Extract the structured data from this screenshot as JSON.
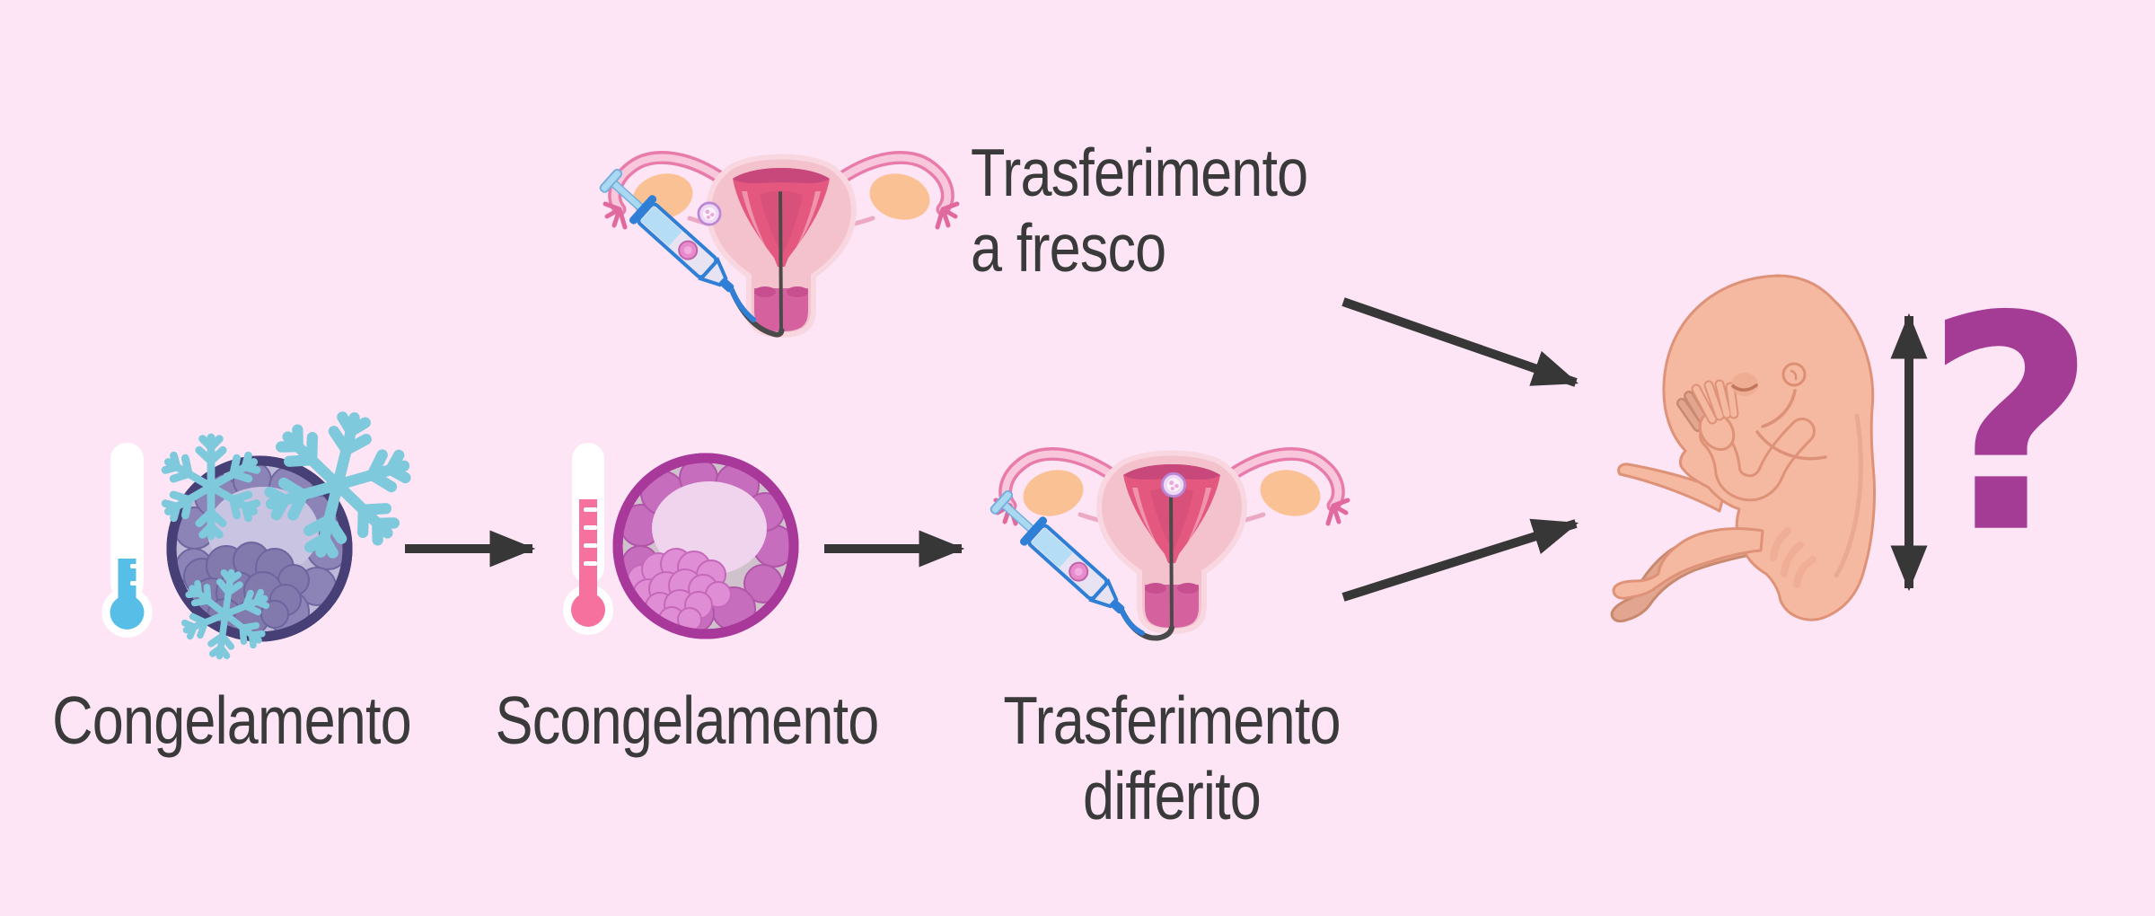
{
  "page": {
    "background_color": "#FDE5F6",
    "description": "Infographic comparing fresh embryo transfer with deferred (frozen) embryo transfer, ending in a fetus with a question mark"
  },
  "diagram": {
    "fresh_branch": {
      "label_line1": "Trasferimento",
      "label_line2": "a fresco",
      "illustration": "uterus-with-transfer-catheter"
    },
    "frozen_branch": {
      "step_freezing": {
        "label": "Congelamento",
        "illustration": "frozen-blastocyst-with-cold-thermometer-and-snowflakes"
      },
      "step_thawing": {
        "label": "Scongelamento",
        "illustration": "thawed-blastocyst-with-warm-thermometer"
      },
      "step_deferred": {
        "label_line1": "Trasferimento",
        "label_line2": "differito",
        "illustration": "uterus-with-transfer-catheter-and-embryo"
      }
    },
    "outcome": {
      "question_mark": "?",
      "illustration": "fetus-with-size-arrow"
    }
  },
  "icons": [
    "uterus-illustration",
    "syringe-icon",
    "catheter-line",
    "embryo-icon",
    "thermometer-cold-icon",
    "thermometer-warm-icon",
    "snowflake-icon",
    "frozen-blastocyst-illustration",
    "thawed-blastocyst-illustration",
    "arrow-right-icon",
    "arrow-diagonal-down-icon",
    "arrow-diagonal-up-icon",
    "double-arrow-vertical-icon",
    "fetus-illustration",
    "question-mark"
  ],
  "colors": {
    "background": "#FDE5F6",
    "label_text": "#3A3A3A",
    "arrow": "#373737",
    "question_mark": "#A43B95",
    "snowflake": "#7EC9DC",
    "thermometer_cold_fill": "#57BEE8",
    "thermometer_warm_fill": "#F7719F",
    "frozen_blastocyst_border": "#474077",
    "thawed_blastocyst_border": "#A8399A",
    "uterus_pink": "#F4C2CD",
    "uterus_cavity": "#E4577E",
    "ovary_peach": "#FAC294",
    "syringe_blue": "#2F7FD6",
    "fetus_skin": "#F5B9A1"
  }
}
